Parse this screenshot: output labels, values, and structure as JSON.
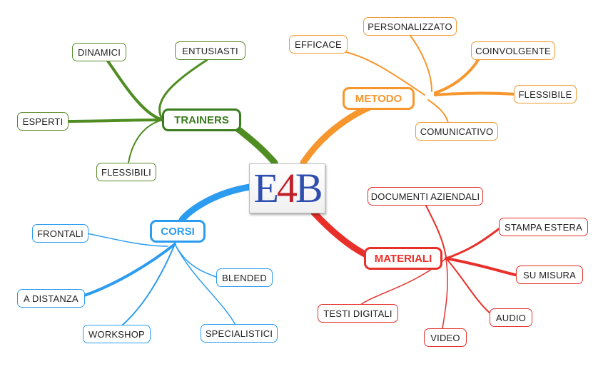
{
  "logo": {
    "part1": "E",
    "part2": "4",
    "part3": "B"
  },
  "colors": {
    "trainers": "#3b7d1e",
    "metodo": "#f7962d",
    "materiali": "#e8302a",
    "corsi": "#2b9cf0"
  },
  "trainers": {
    "label": "TRAINERS",
    "children": [
      "DINAMICI",
      "ENTUSIASTI",
      "ESPERTI",
      "FLESSIBILI"
    ]
  },
  "metodo": {
    "label": "METODO",
    "children": [
      "EFFICACE",
      "PERSONALIZZATO",
      "COINVOLGENTE",
      "FLESSIBILE",
      "COMUNICATIVO"
    ]
  },
  "corsi": {
    "label": "CORSI",
    "children": [
      "FRONTALI",
      "A DISTANZA",
      "WORKSHOP",
      "BLENDED",
      "SPECIALISTICI"
    ]
  },
  "materiali": {
    "label": "MATERIALI",
    "children": [
      "DOCUMENTI AZIENDALI",
      "STAMPA ESTERA",
      "SU MISURA",
      "AUDIO",
      "VIDEO",
      "TESTI DIGITALI"
    ]
  }
}
